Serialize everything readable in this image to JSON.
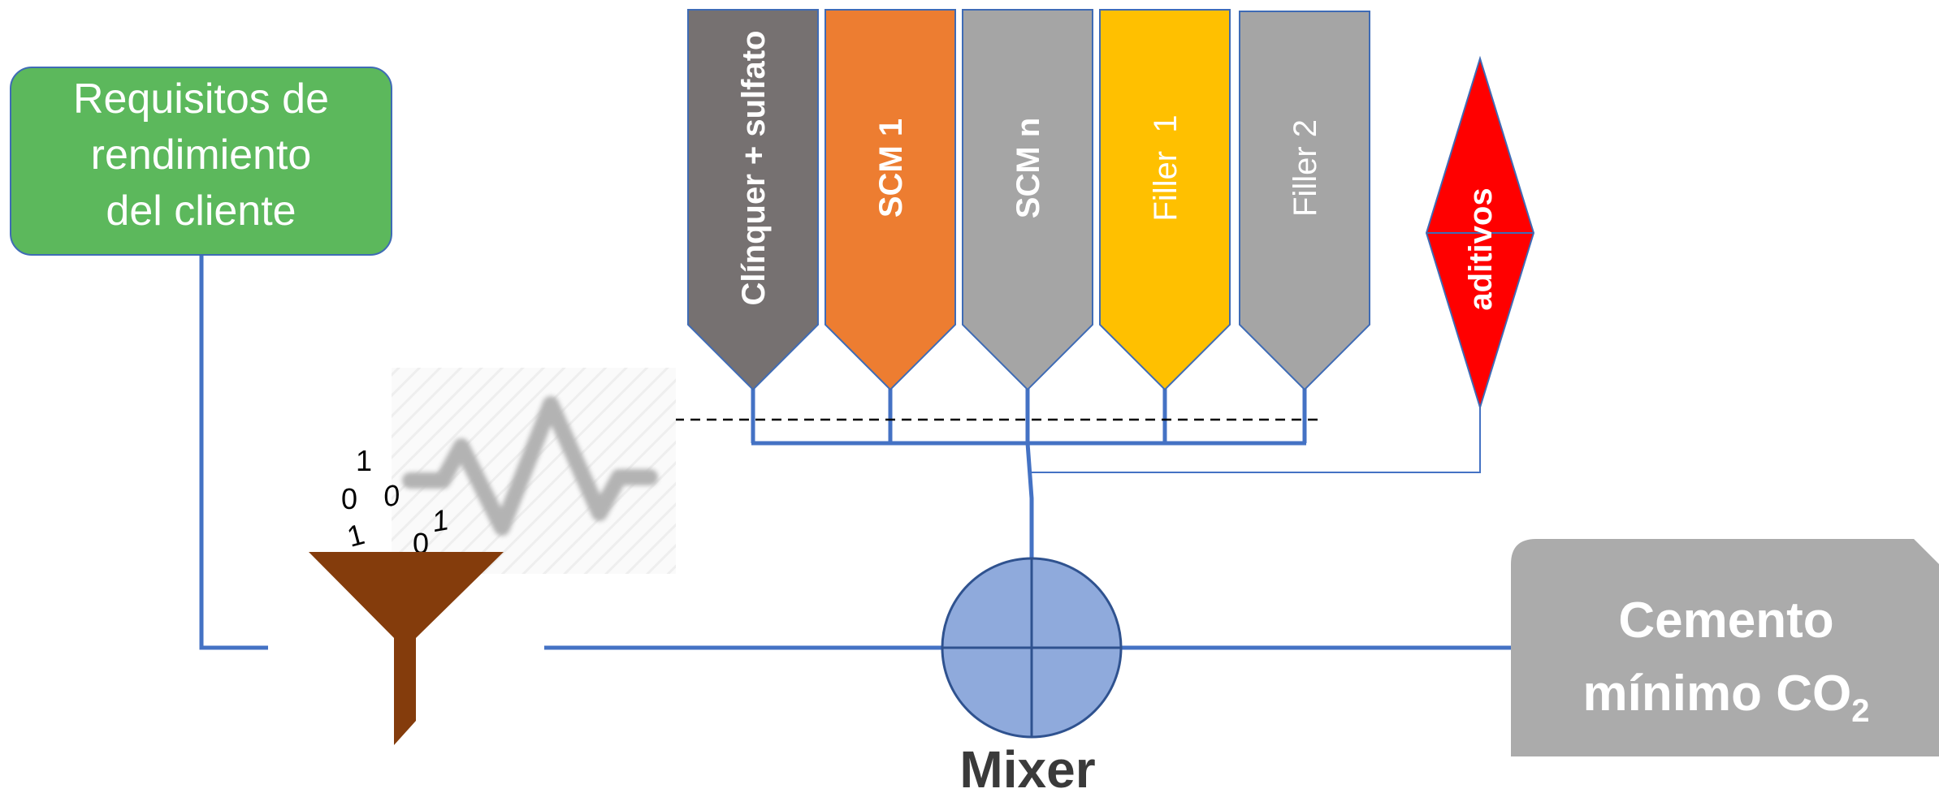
{
  "requirements_box": {
    "line1": "Requisitos de",
    "line2": "rendimiento",
    "line3": "del cliente"
  },
  "silos": [
    {
      "label": "Clínquer + sulfato",
      "color": "#767171"
    },
    {
      "label": "SCM 1",
      "color": "#ED7D31"
    },
    {
      "label": "SCM n",
      "color": "#A5A5A5"
    },
    {
      "label": "Filler  1",
      "color": "#FFC000"
    },
    {
      "label": "Filler 2",
      "color": "#A5A5A5"
    }
  ],
  "additives": {
    "label": "aditivos",
    "color": "#FF0000"
  },
  "mixer": {
    "label": "Mixer",
    "color": "#8FAADC"
  },
  "output_box": {
    "line1": "Cemento",
    "line2_main": "mínimo CO",
    "line2_sub": "2",
    "color": "#ABABAB"
  },
  "funnel": {
    "color": "#843C0C"
  },
  "binary_digits": [
    "1",
    "0",
    "0",
    "1",
    "0",
    "1"
  ],
  "colors": {
    "line": "#4472C4",
    "box_green": "#5CB85C"
  }
}
